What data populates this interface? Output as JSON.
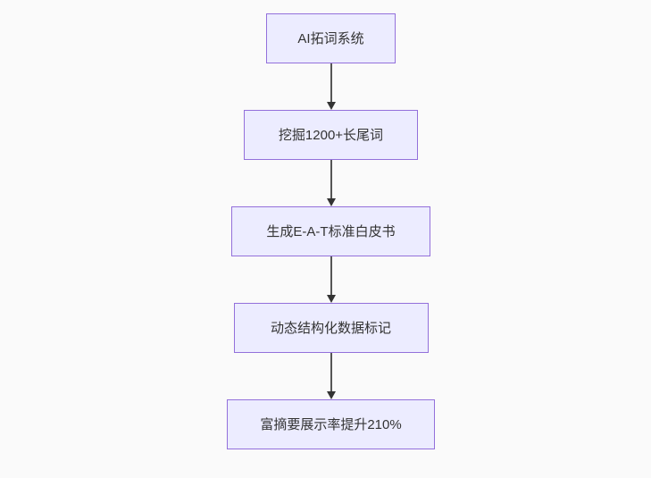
{
  "diagram": {
    "type": "flowchart",
    "direction": "top-down",
    "nodes": [
      {
        "label": "AI拓词系统"
      },
      {
        "label": "挖掘1200+长尾词"
      },
      {
        "label": "生成E-A-T标准白皮书"
      },
      {
        "label": "动态结构化数据标记"
      },
      {
        "label": "富摘要展示率提升210%"
      }
    ],
    "edges": [
      {
        "from": 0,
        "to": 1
      },
      {
        "from": 1,
        "to": 2
      },
      {
        "from": 2,
        "to": 3
      },
      {
        "from": 3,
        "to": 4
      }
    ],
    "colors": {
      "background": "#FAFAFA",
      "node_fill": "#ECECFF",
      "node_border": "#9370DB",
      "node_text": "#333333",
      "edge_line": "#555555",
      "arrowhead": "#333333"
    }
  }
}
